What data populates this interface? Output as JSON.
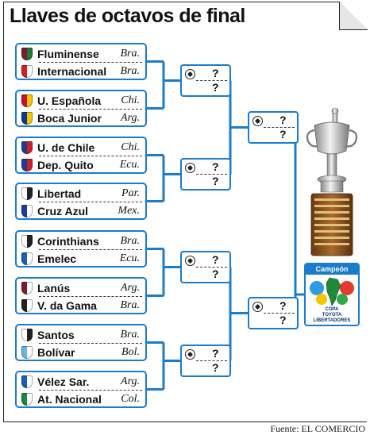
{
  "title": "Llaves de octavos de final",
  "credit": "Fuente: EL COMERCIO",
  "champion_label": "Campeón",
  "logo_lines": [
    "COPA",
    "TOYOTA",
    "LIBERTADORES"
  ],
  "placeholder": "?",
  "colors": {
    "bracket": "#1b7ccc",
    "champion_header": "#1b7ccc"
  },
  "pairs": [
    {
      "teams": [
        {
          "name": "Fluminense",
          "country": "Bra.",
          "colors": [
            "#7a1d2e",
            "#1e7a3c"
          ]
        },
        {
          "name": "Internacional",
          "country": "Bra.",
          "colors": [
            "#d11f26",
            "#ffffff"
          ]
        }
      ]
    },
    {
      "teams": [
        {
          "name": "U. Española",
          "country": "Chi.",
          "colors": [
            "#c8102e",
            "#f6c500"
          ]
        },
        {
          "name": "Boca Junior",
          "country": "Arg.",
          "colors": [
            "#0b3a8c",
            "#f6c500"
          ]
        }
      ]
    },
    {
      "teams": [
        {
          "name": "U. de Chile",
          "country": "Chi.",
          "colors": [
            "#1b3f94",
            "#d11f26"
          ]
        },
        {
          "name": "Dep. Quito",
          "country": "Ecu.",
          "colors": [
            "#1b3f94",
            "#d11f26"
          ]
        }
      ]
    },
    {
      "teams": [
        {
          "name": "Libertad",
          "country": "Par.",
          "colors": [
            "#ffffff",
            "#222222"
          ]
        },
        {
          "name": "Cruz Azul",
          "country": "Mex.",
          "colors": [
            "#1b3f94",
            "#ffffff"
          ]
        }
      ]
    },
    {
      "teams": [
        {
          "name": "Corinthians",
          "country": "Bra.",
          "colors": [
            "#ffffff",
            "#222222"
          ]
        },
        {
          "name": "Emelec",
          "country": "Ecu.",
          "colors": [
            "#1b5fb0",
            "#ffffff"
          ]
        }
      ]
    },
    {
      "teams": [
        {
          "name": "Lanús",
          "country": "Arg.",
          "colors": [
            "#7a1d2e",
            "#ffffff"
          ]
        },
        {
          "name": "V. da Gama",
          "country": "Bra.",
          "colors": [
            "#222222",
            "#ffffff"
          ]
        }
      ]
    },
    {
      "teams": [
        {
          "name": "Santos",
          "country": "Bra.",
          "colors": [
            "#ffffff",
            "#222222"
          ]
        },
        {
          "name": "Bolívar",
          "country": "Bol.",
          "colors": [
            "#6cb4e4",
            "#ffffff"
          ]
        }
      ]
    },
    {
      "teams": [
        {
          "name": "Vélez Sar.",
          "country": "Arg.",
          "colors": [
            "#1b5fb0",
            "#ffffff"
          ]
        },
        {
          "name": "At. Nacional",
          "country": "Col.",
          "colors": [
            "#1e8a3c",
            "#ffffff"
          ]
        }
      ]
    }
  ]
}
